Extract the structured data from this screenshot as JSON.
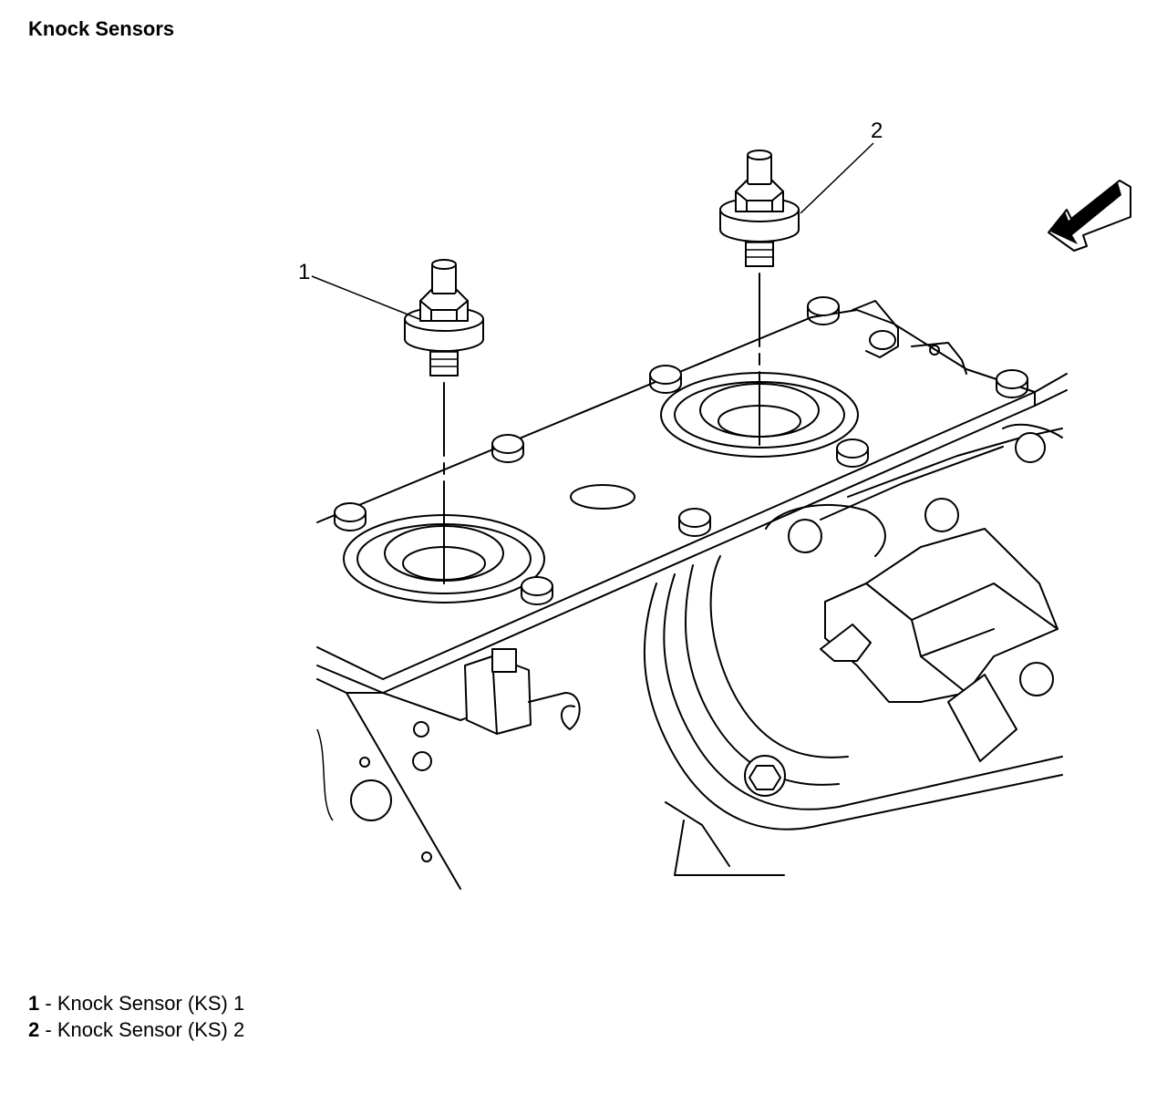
{
  "title": "Knock Sensors",
  "callouts": [
    {
      "id": "1",
      "label": "1"
    },
    {
      "id": "2",
      "label": "2"
    }
  ],
  "legend": [
    {
      "number": "1",
      "separator": " - ",
      "text": "Knock Sensor (KS) 1"
    },
    {
      "number": "2",
      "separator": " - ",
      "text": "Knock Sensor (KS) 2"
    }
  ],
  "icons": [
    "front-view-arrow-icon",
    "knock-sensor-icon",
    "bolt-head-icon"
  ]
}
